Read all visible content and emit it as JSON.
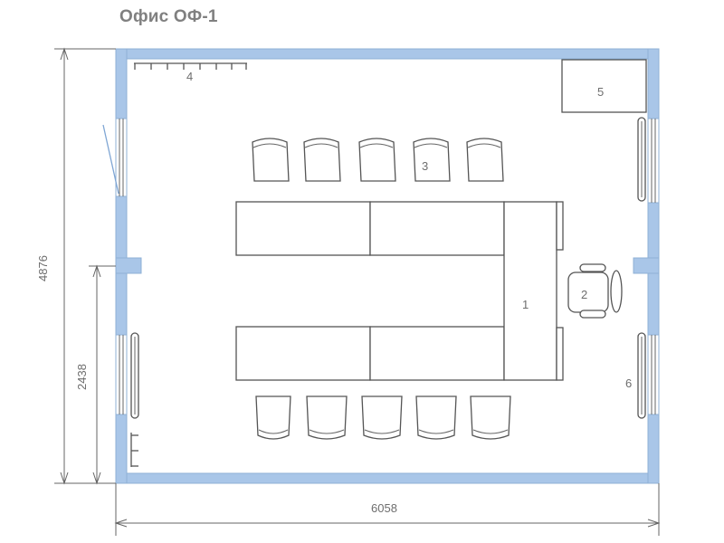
{
  "title": "Офис ОФ-1",
  "dimensions": {
    "width": "6058",
    "height": "4876",
    "partial_height": "2438"
  },
  "labels": {
    "table": "1",
    "office_chair": "2",
    "chairs": "3",
    "coat_rack": "4",
    "cabinet": "5",
    "radiator": "6"
  },
  "colors": {
    "wall": "#a9c6e8",
    "furniture_stroke": "#555555",
    "text": "#6e6e6e"
  }
}
